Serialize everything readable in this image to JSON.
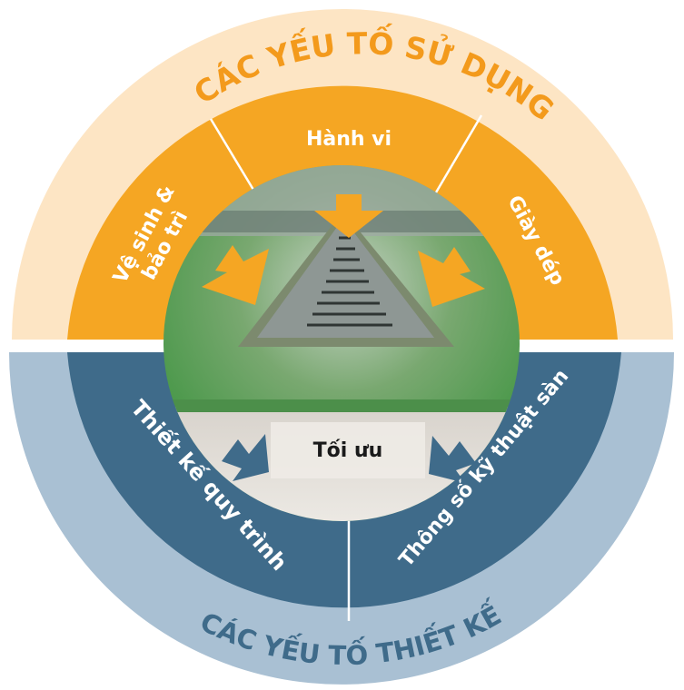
{
  "outer_ring": {
    "top_label": "CÁC YẾU TỐ SỬ DỤNG",
    "bottom_label": "CÁC YẾU TỐ THIẾT KẾ"
  },
  "segments": {
    "hygiene_line1": "Vệ sinh &",
    "hygiene_line2": "bảo trì",
    "behavior": "Hành vi",
    "footwear": "Giày dép",
    "process_design": "Thiết kế quy trình",
    "floor_spec": "Thông số kỹ thuật sàn"
  },
  "center": {
    "label": "Tối ưu"
  },
  "colors": {
    "usage_outer": "#fde5c4",
    "usage_segment": "#f5a623",
    "usage_text": "#f39a1c",
    "design_outer": "#a9c0d3",
    "design_segment": "#3f6b8a",
    "design_text": "#3f6b8a",
    "arrow_orange": "#f5a623",
    "arrow_blue": "#3f6b8a"
  },
  "icons": [
    "arrow-down-icon",
    "arrow-inward-icon"
  ]
}
